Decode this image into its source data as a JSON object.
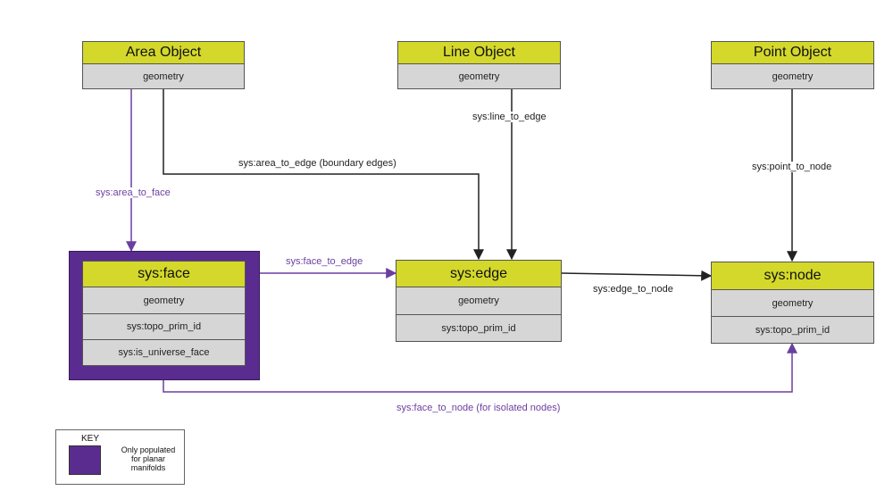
{
  "nodes": {
    "area_object": {
      "title": "Area Object",
      "fields": [
        "geometry"
      ]
    },
    "line_object": {
      "title": "Line Object",
      "fields": [
        "geometry"
      ]
    },
    "point_object": {
      "title": "Point Object",
      "fields": [
        "geometry"
      ]
    },
    "face": {
      "title": "sys:face",
      "fields": [
        "geometry",
        "sys:topo_prim_id",
        "sys:is_universe_face"
      ]
    },
    "edge": {
      "title": "sys:edge",
      "fields": [
        "geometry",
        "sys:topo_prim_id"
      ]
    },
    "node": {
      "title": "sys:node",
      "fields": [
        "geometry",
        "sys:topo_prim_id"
      ]
    }
  },
  "edges": {
    "area_to_face": "sys:area_to_face",
    "area_to_edge": "sys:area_to_edge (boundary edges)",
    "line_to_edge": "sys:line_to_edge",
    "point_to_node": "sys:point_to_node",
    "face_to_edge": "sys:face_to_edge",
    "edge_to_node": "sys:edge_to_node",
    "face_to_node": "sys:face_to_node (for isolated nodes)"
  },
  "key": {
    "title": "KEY",
    "swatch_label": "Only populated for planar manifolds"
  },
  "colors": {
    "header": "#d4d82a",
    "field": "#d6d6d6",
    "planar_frame": "#5b2c8f",
    "black_link": "#222222",
    "purple_link": "#6b3fa0"
  }
}
